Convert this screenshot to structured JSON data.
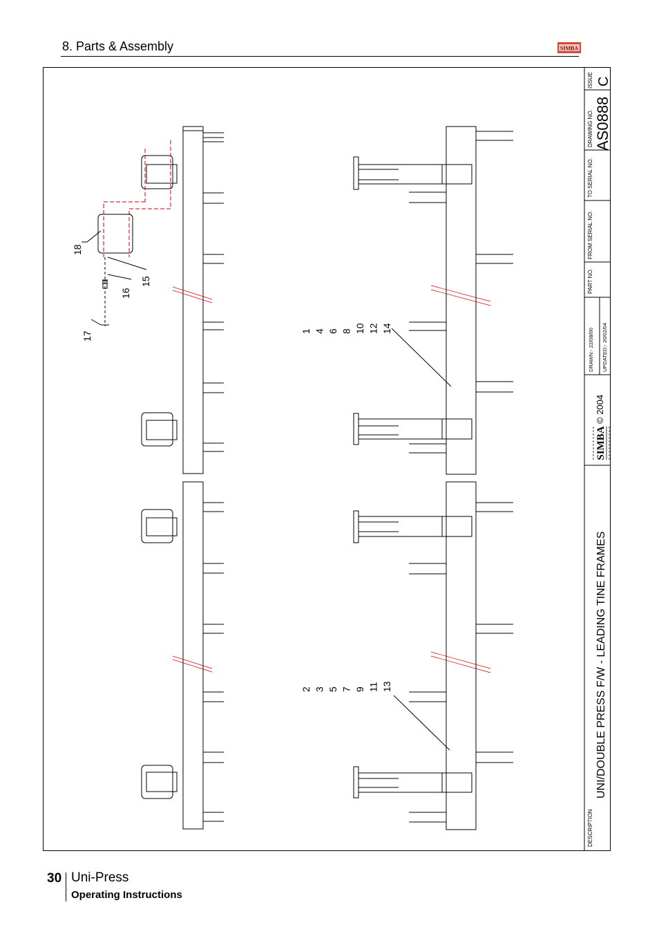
{
  "header": {
    "section_title": "8. Parts & Assembly",
    "brand_badge": "SIMBA"
  },
  "drawing": {
    "title_block": {
      "description_label": "DESCRIPTION",
      "description": "UNI/DOUBLE PRESS F/W - LEADING TINE FRAMES",
      "logo_text": "SIMBA",
      "copyright": "© 2004",
      "drawn": "DRAWN:- 22/08/00",
      "updated": "UPDATED:- 20/02/04",
      "part_no_label": "PART NO.",
      "from_serial_label": "FROM SERIAL NO.",
      "to_serial_label": "TO SERIAL NO.",
      "drawing_no_label": "DRAWING NO.",
      "drawing_no": "AS0888",
      "issue_label": "ISSUE",
      "issue": "C"
    },
    "callouts": {
      "c18": "18",
      "c17": "17",
      "c16": "16",
      "c15": "15",
      "top_group": [
        "1",
        "4",
        "6",
        "8",
        "10",
        "12",
        "14"
      ],
      "bottom_group": [
        "2",
        "3",
        "5",
        "7",
        "9",
        "11",
        "13"
      ]
    },
    "colors": {
      "line": "#000000",
      "hidden_red": "#cc0000"
    }
  },
  "footer": {
    "page_number": "30",
    "product": "Uni-Press",
    "subtitle": "Operating Instructions"
  }
}
